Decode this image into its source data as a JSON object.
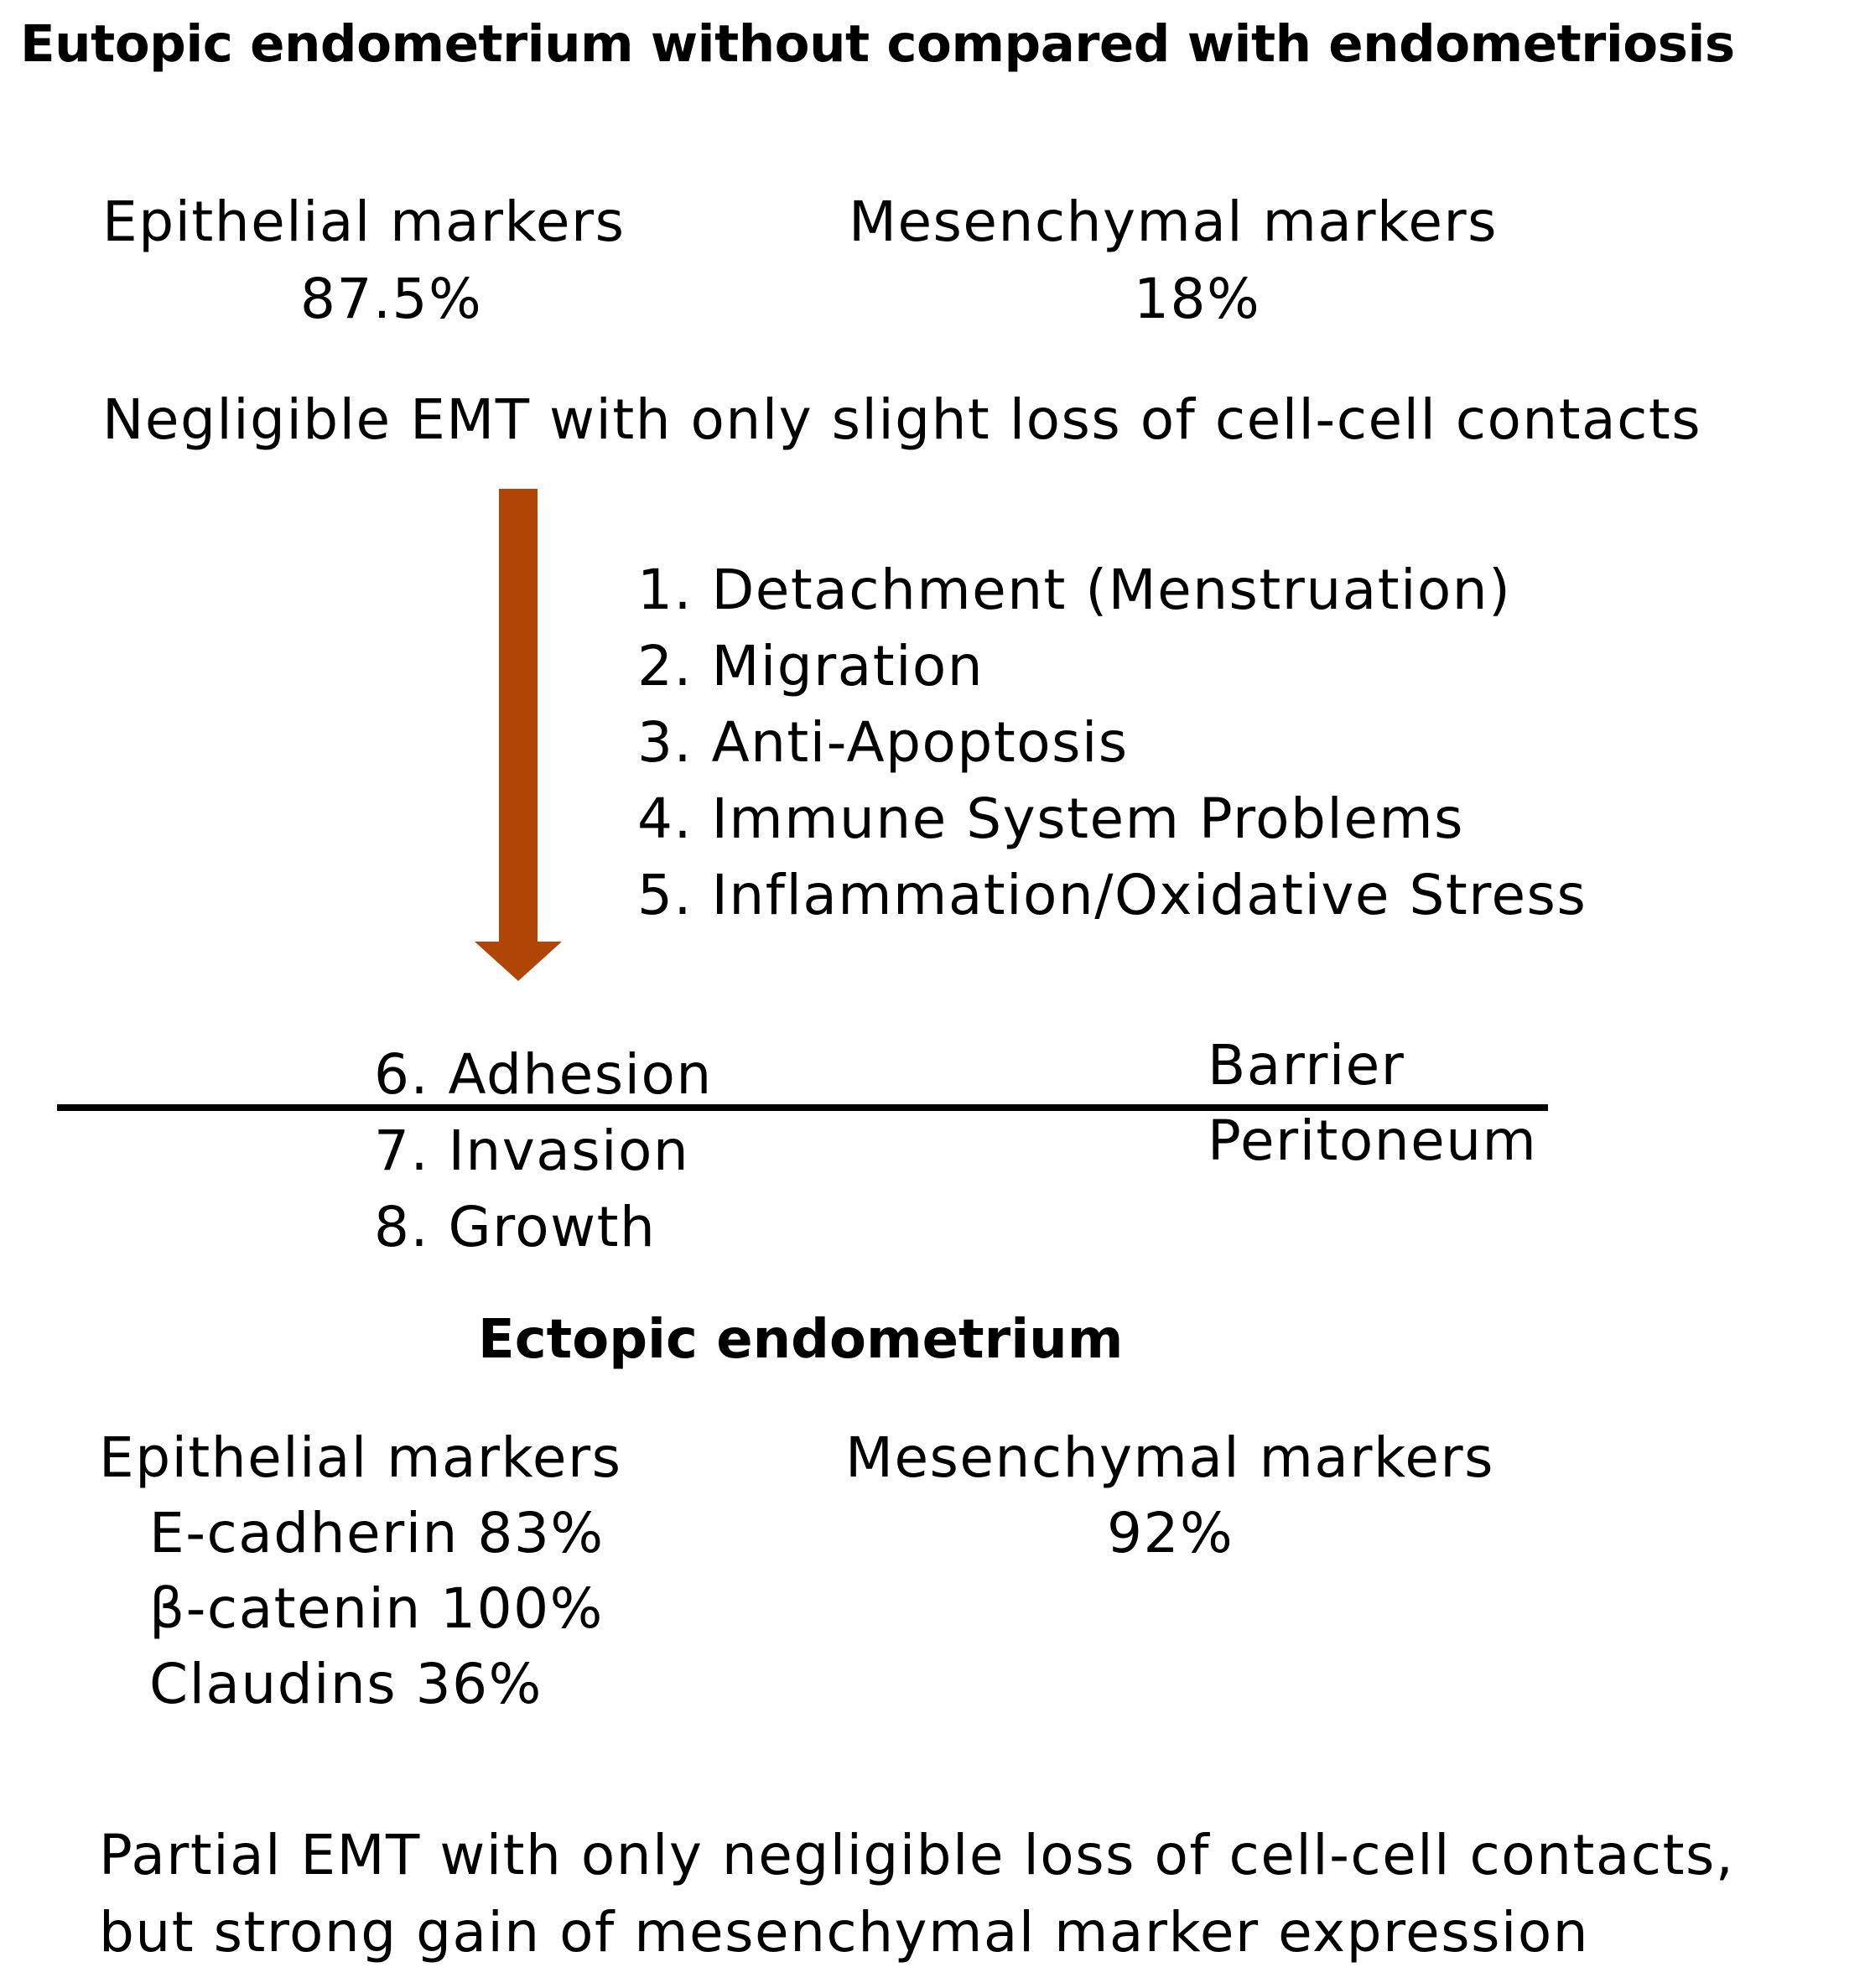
{
  "title": "Eutopic endometrium without compared with endometriosis",
  "eutopic": {
    "epithelial_label": "Epithelial markers",
    "epithelial_value": "87.5%",
    "mesenchymal_label": "Mesenchymal markers",
    "mesenchymal_value": "18%",
    "summary": "Negligible EMT with only slight loss of cell-cell contacts"
  },
  "arrow": {
    "color": "#b04506",
    "icon": "down-arrow-icon"
  },
  "steps_before": [
    "1. Detachment (Menstruation)",
    "2. Migration",
    "3. Anti-Apoptosis",
    "4. Immune System Problems",
    "5. Inflammation/Oxidative Stress"
  ],
  "steps_after": [
    "6. Adhesion",
    "7. Invasion",
    "8. Growth"
  ],
  "barrier": {
    "label_top": "Barrier",
    "label_bottom": "Peritoneum"
  },
  "ectopic": {
    "heading": "Ectopic endometrium",
    "epithelial_label": "Epithelial markers",
    "epithelial_items": [
      "E-cadherin 83%",
      "β-catenin 100%",
      "Claudins 36%"
    ],
    "mesenchymal_label": "Mesenchymal markers",
    "mesenchymal_value": "92%",
    "summary_line1": "Partial EMT with only negligible loss of cell-cell contacts,",
    "summary_line2": "but strong gain of mesenchymal marker expression"
  }
}
